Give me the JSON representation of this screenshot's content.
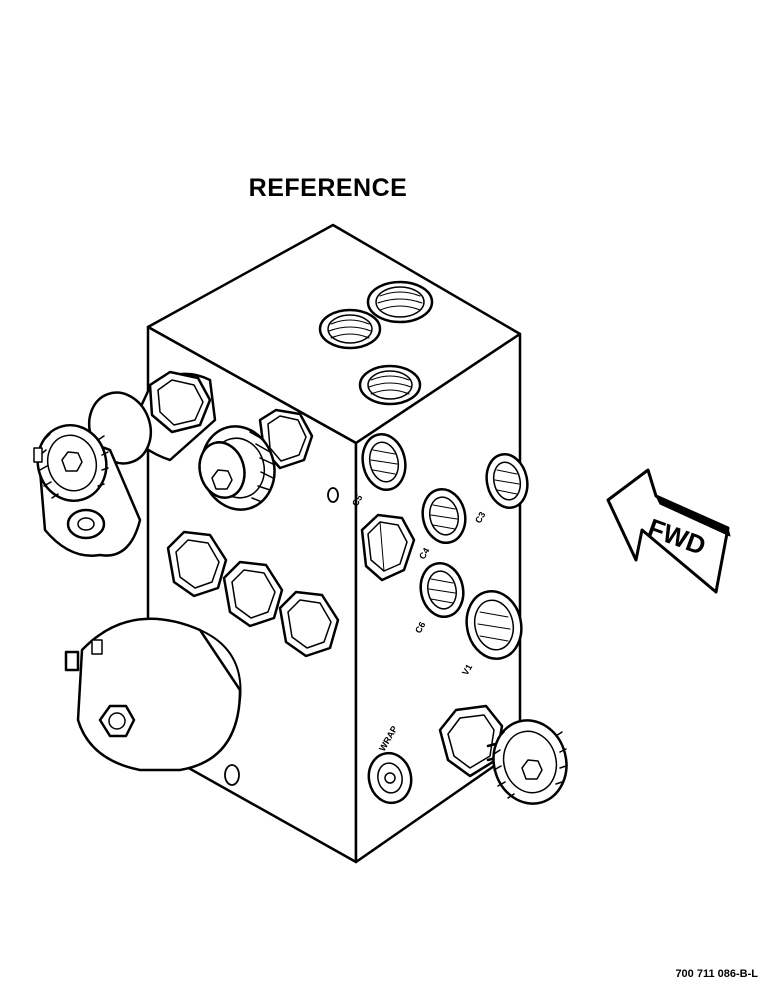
{
  "title": "REFERENCE",
  "doc_number": "700 711 086-B-L",
  "arrow_label": "FWD",
  "port_labels": {
    "c5": "C5",
    "c3": "C3",
    "c4": "C4",
    "c6": "C6",
    "v1": "V1",
    "wrap": "WRAP"
  }
}
